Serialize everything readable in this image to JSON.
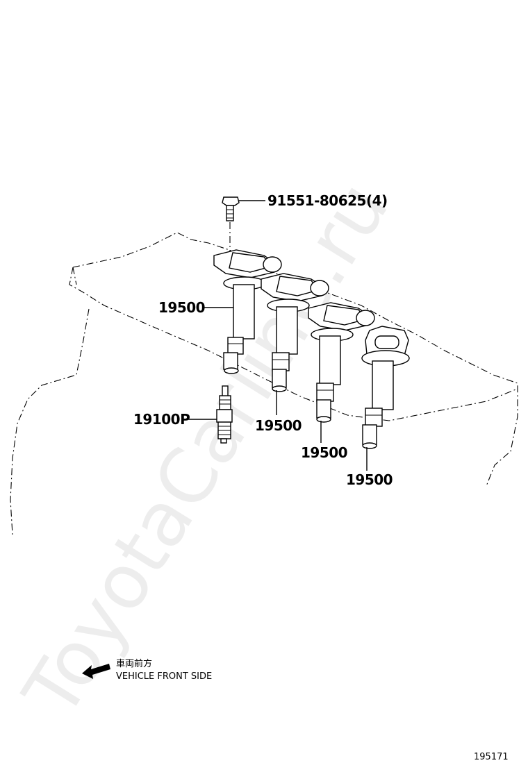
{
  "watermark": "ToyotaCarline.ru",
  "parts": {
    "bolt": "91551-80625(4)",
    "coil_1": "19500",
    "coil_2": "19500",
    "coil_3": "19500",
    "coil_4": "19500",
    "spark_plug": "19100P"
  },
  "direction": {
    "jp": "車両前方",
    "en": "VEHICLE FRONT SIDE"
  },
  "figure_number": "195171"
}
